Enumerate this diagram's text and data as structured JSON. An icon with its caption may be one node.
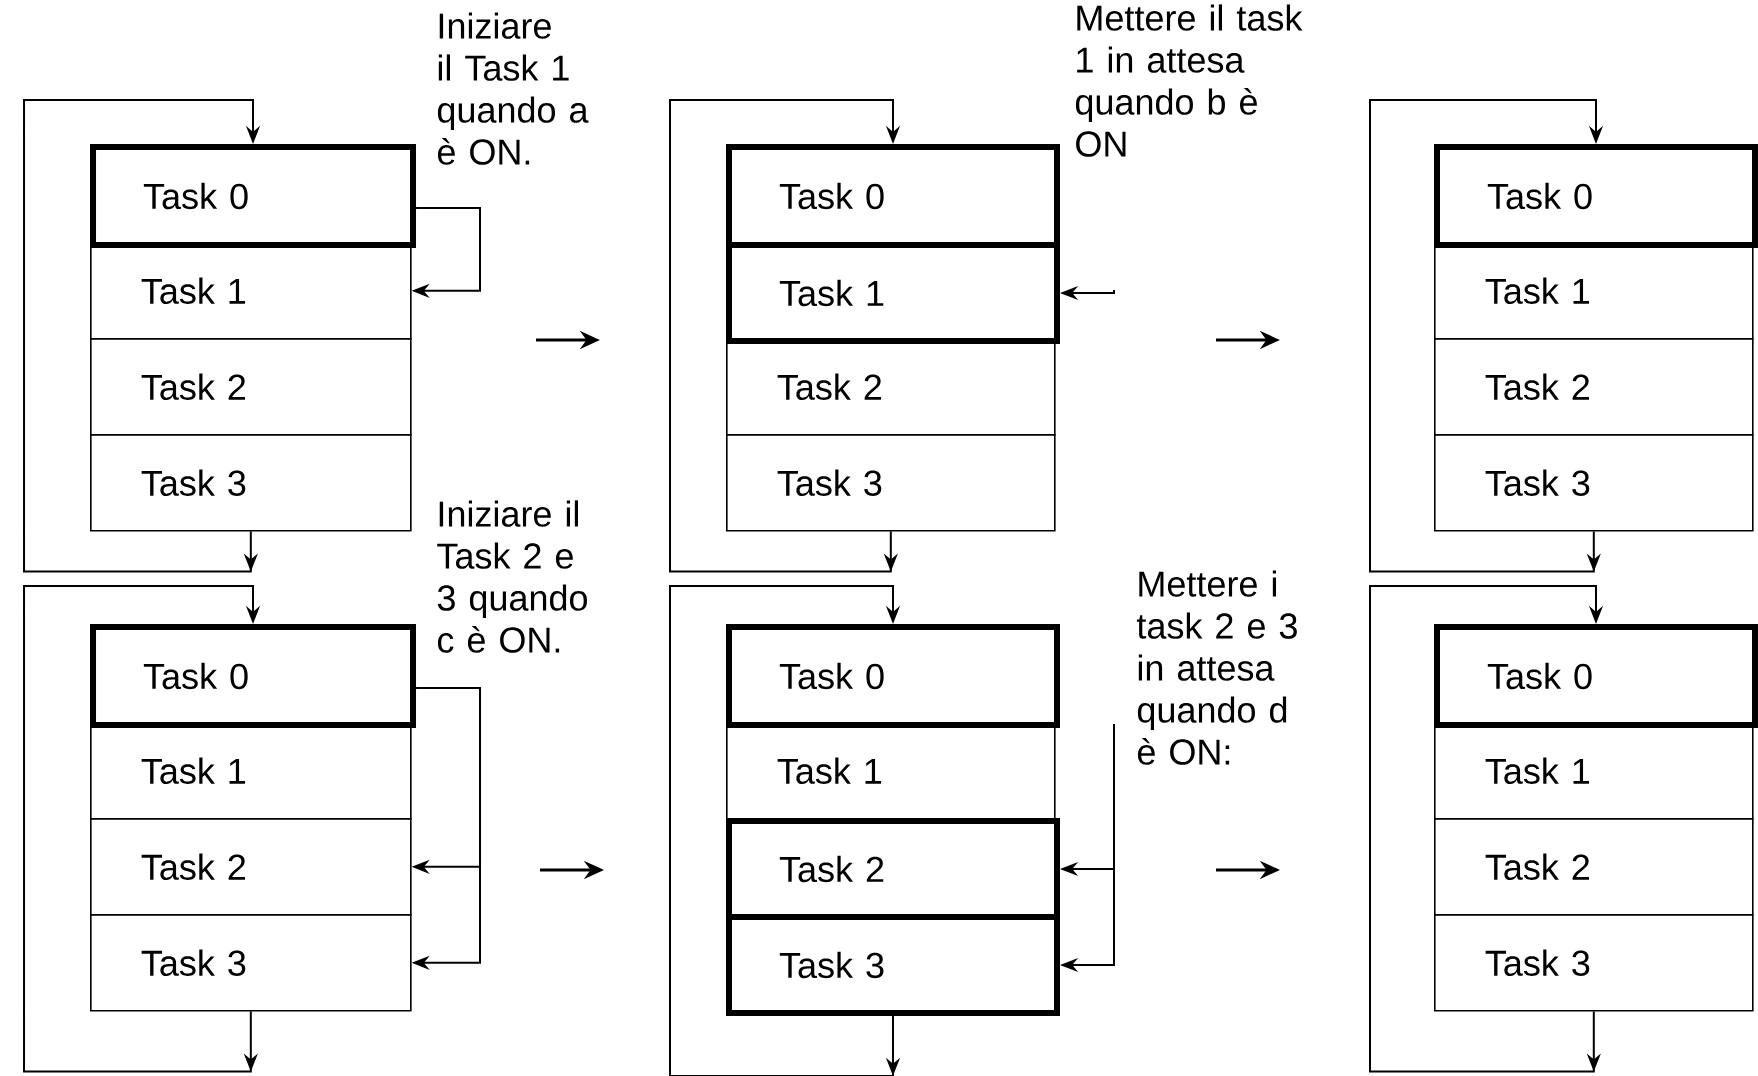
{
  "diagram": {
    "nodes": [
      {
        "text": [
          "Task 0"
        ]
      },
      {
        "text": [
          "Task 1"
        ]
      },
      {
        "text": [
          "Task 2"
        ]
      },
      {
        "text": [
          "Task 3"
        ]
      },
      {
        "text": [
          "Task 0"
        ]
      },
      {
        "text": [
          "Task 1"
        ]
      },
      {
        "text": [
          "Task 2"
        ]
      },
      {
        "text": [
          "Task 3"
        ]
      },
      {
        "text": [
          "Task 0"
        ]
      },
      {
        "text": [
          "Task 1"
        ]
      },
      {
        "text": [
          "Task 2"
        ]
      },
      {
        "text": [
          "Task 3"
        ]
      },
      {
        "text": [
          "Task 0"
        ]
      },
      {
        "text": [
          "Task 1"
        ]
      },
      {
        "text": [
          "Task 2"
        ]
      },
      {
        "text": [
          "Task 3"
        ]
      },
      {
        "text": [
          "Task 0"
        ]
      },
      {
        "text": [
          "Task 1"
        ]
      },
      {
        "text": [
          "Task 2"
        ]
      },
      {
        "text": [
          "Task 3"
        ]
      },
      {
        "text": [
          "Task 0"
        ]
      },
      {
        "text": [
          "Task 1"
        ]
      },
      {
        "text": [
          "Task 2"
        ]
      },
      {
        "text": [
          "Task 3"
        ]
      }
    ],
    "edges": [
      {
        "from": 3,
        "to": 0,
        "arrow": "to"
      },
      {
        "from": 0,
        "to": 1,
        "arrow": "to"
      },
      {
        "from": 7,
        "to": 4,
        "arrow": "to"
      },
      {
        "from": null,
        "to": 5,
        "arrow": "to"
      },
      {
        "from": 11,
        "to": 8,
        "arrow": "to"
      },
      {
        "from": 15,
        "to": 12,
        "arrow": "to"
      },
      {
        "from": 12,
        "to": 14,
        "arrow": "to"
      },
      {
        "from": 12,
        "to": 15,
        "arrow": "to"
      },
      {
        "from": 19,
        "to": 16,
        "arrow": "to"
      },
      {
        "from": null,
        "to": 18,
        "arrow": "to"
      },
      {
        "from": null,
        "to": 19,
        "arrow": "to"
      },
      {
        "from": 23,
        "to": 20,
        "arrow": "to"
      }
    ],
    "labels": [
      "Iniziare il Task 1 quando a è ON.",
      "Mettere il task 1 in attesa quando b è ON",
      "Iniziare il Task 2 e 3 quando c è ON.",
      "Mettere i task 2 e 3 in attesa quando d è ON:"
    ]
  }
}
